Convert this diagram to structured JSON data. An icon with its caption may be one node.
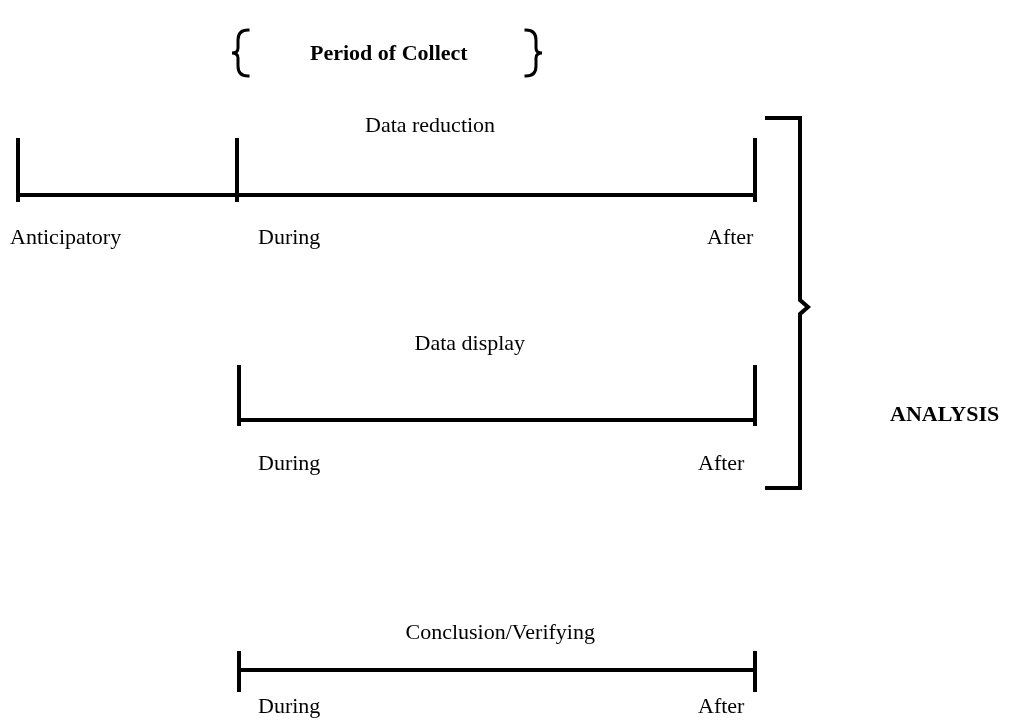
{
  "diagram": {
    "title": "Period of Collect",
    "labels": [
      "Data reduction",
      "Anticipatory",
      "During",
      "After",
      "Data display",
      "ANALYSIS",
      "During",
      "After",
      "Conclusion/Verifying",
      "During",
      "After"
    ]
  }
}
